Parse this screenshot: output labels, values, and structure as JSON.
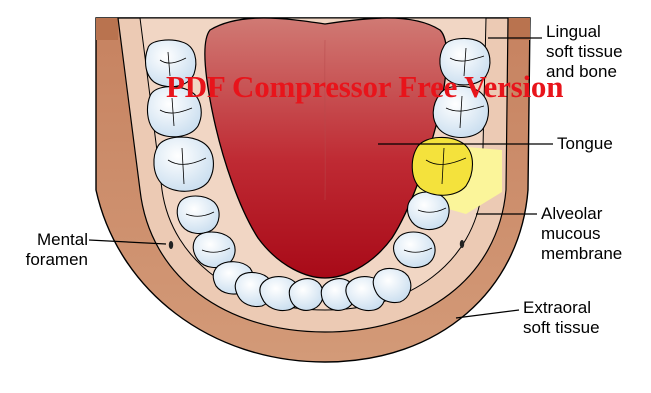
{
  "labels": {
    "lingual": [
      "Lingual",
      "soft tissue",
      "and bone"
    ],
    "tongue": "Tongue",
    "alveolar": [
      "Alveolar",
      "mucous",
      "membrane"
    ],
    "mental": [
      "Mental",
      "foramen"
    ],
    "extraoral": [
      "Extraoral",
      "soft tissue"
    ]
  },
  "watermark": "PDF Compressor Free Version",
  "colors": {
    "extraoral_soft_tissue": "#cb8a68",
    "gingiva": "#eccab4",
    "tongue_top": "#d07a74",
    "tongue_bottom": "#b00e1c",
    "teeth": "#dbe9f6",
    "highlight": "#fbf59a",
    "highlighted_tooth": "#f4e23c",
    "watermark": "#e8141b"
  }
}
